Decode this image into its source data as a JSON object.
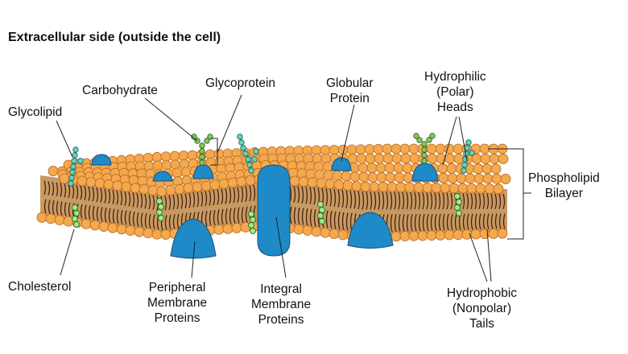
{
  "title": "Extracellular side (outside the cell)",
  "labels": {
    "glycolipid": "Glycolipid",
    "carbohydrate": "Carbohydrate",
    "glycoprotein": "Glycoprotein",
    "globular_protein": [
      "Globular",
      "Protein"
    ],
    "hydrophilic_heads": [
      "Hydrophilic",
      "(Polar)",
      "Heads"
    ],
    "phospholipid_bilayer": [
      "Phospholipid",
      "Bilayer"
    ],
    "cholesterol": "Cholesterol",
    "peripheral_proteins": [
      "Peripheral",
      "Membrane",
      "Proteins"
    ],
    "integral_proteins": [
      "Integral",
      "Membrane",
      "Proteins"
    ],
    "hydrophobic_tails": [
      "Hydrophobic",
      "(Nonpolar)",
      "Tails"
    ]
  },
  "colors": {
    "head": "#f4a94e",
    "head_stroke": "#b8651c",
    "tail": "#4a2510",
    "core": "#c89a63",
    "protein": "#1e8ac8",
    "glyco_green": "#8cc63f",
    "glyco_teal": "#5fd3c0"
  }
}
